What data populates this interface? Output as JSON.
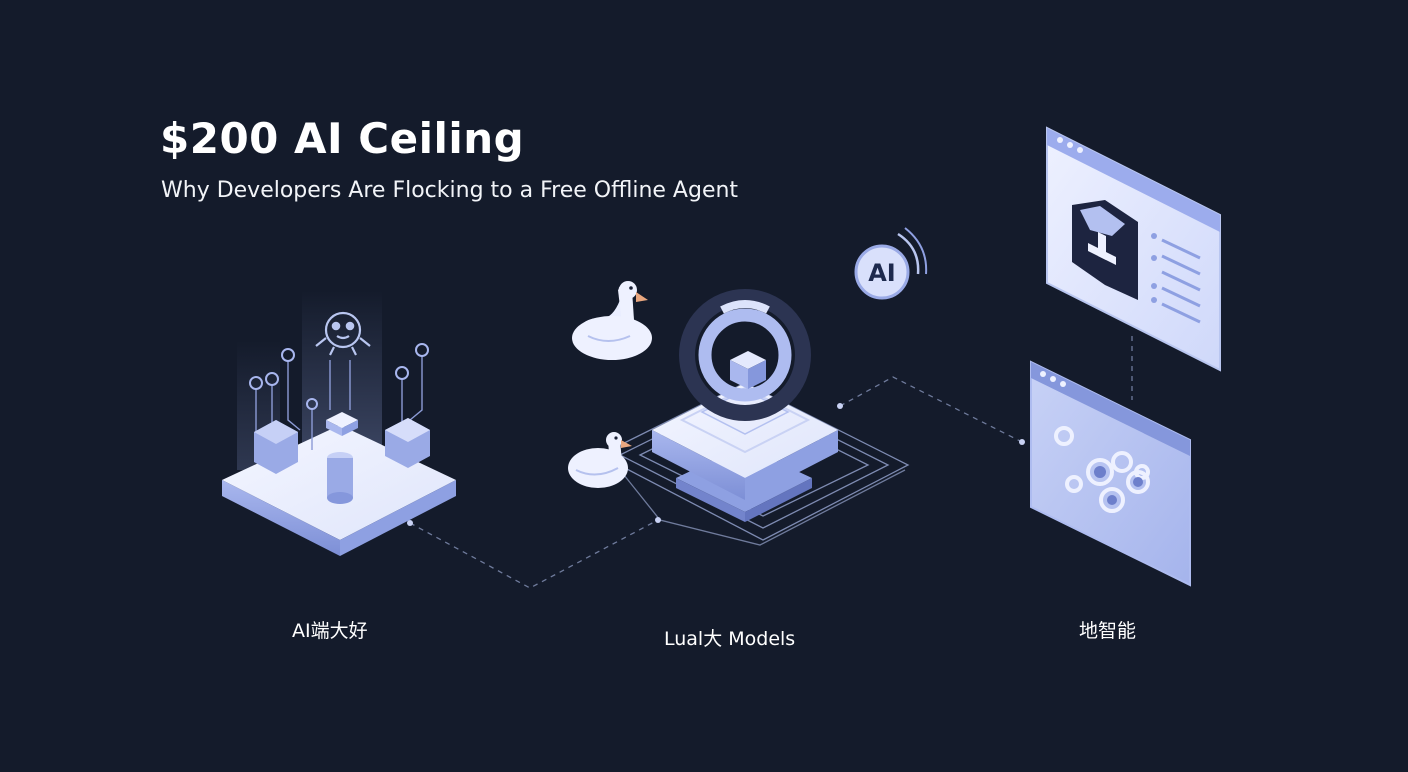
{
  "title": "$200 AI Ceiling",
  "subtitle": "Why Developers Are Flocking to a Free Offline Agent",
  "captions": {
    "left": "AI端大好",
    "middle": "Lual大 Models",
    "right": "地智能"
  },
  "badge": {
    "label": "AI"
  },
  "colors": {
    "background": "#141b2b",
    "accent": "#b9c6f0",
    "accent_dark": "#7d8fd6",
    "line": "#6f7b9c"
  },
  "icons": [
    "robot-face-icon",
    "goose-icon",
    "ai-badge-icon",
    "sync-ring-icon",
    "cube-icon",
    "gear-icon",
    "browser-window-icon"
  ]
}
